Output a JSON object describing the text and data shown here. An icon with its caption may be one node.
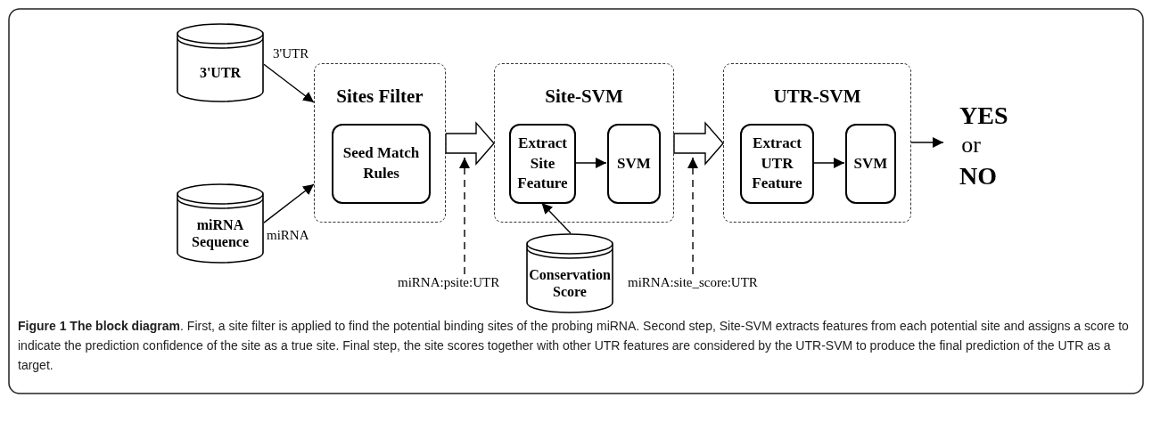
{
  "diagram": {
    "caption": "**Figure 1 The block diagram**. First, a site filter is applied to find the potential binding sites of the probing miRNA. Second step, Site-SVM extracts features from each potential site and assigns a score to indicate the prediction confidence of the site as a true site. Final step, the site scores together with other UTR features are considered by the UTR-SVM to produce the final prediction of the UTR as a target.",
    "nodes": [
      {
        "text": [
          "3'UTR"
        ]
      },
      {
        "text": [
          "miRNA Sequence"
        ]
      },
      {
        "text": [
          "Sites Filter"
        ]
      },
      {
        "text": [
          "Seed Match Rules"
        ],
        "in": 2
      },
      {
        "text": [
          "Site-SVM"
        ]
      },
      {
        "text": [
          "Extract Site Feature"
        ],
        "in": 4
      },
      {
        "text": [
          "SVM"
        ],
        "in": 4
      },
      {
        "text": [
          "UTR-SVM"
        ]
      },
      {
        "text": [
          "Extract UTR Feature"
        ],
        "in": 7
      },
      {
        "text": [
          "SVM"
        ],
        "in": 7
      },
      {
        "text": [
          "Conservation Score"
        ]
      },
      {
        "text": [
          "**YES** or **NO**"
        ]
      },
      {
        "text": [
          "miRNA:psite:UTR"
        ]
      },
      {
        "text": [
          "miRNA:site_score:UTR"
        ]
      }
    ],
    "edges": [
      {
        "from": 0,
        "to": 2,
        "arrow": "to",
        "label": "3'UTR"
      },
      {
        "from": 1,
        "to": 2,
        "arrow": "to",
        "label": "miRNA"
      },
      {
        "from": 2,
        "to": 4,
        "arrow": "to",
        "style": "thick"
      },
      {
        "from": 5,
        "to": 6,
        "arrow": "to"
      },
      {
        "from": 4,
        "to": 7,
        "arrow": "to",
        "style": "thick"
      },
      {
        "from": 8,
        "to": 9,
        "arrow": "to"
      },
      {
        "from": 10,
        "to": 5,
        "arrow": "to"
      },
      {
        "from": 7,
        "to": 11,
        "arrow": "to"
      },
      {
        "from": 12,
        "to": 2,
        "arrow": "to",
        "style": "dashed"
      },
      {
        "from": 13,
        "to": 4,
        "arrow": "to",
        "style": "dashed"
      }
    ]
  }
}
